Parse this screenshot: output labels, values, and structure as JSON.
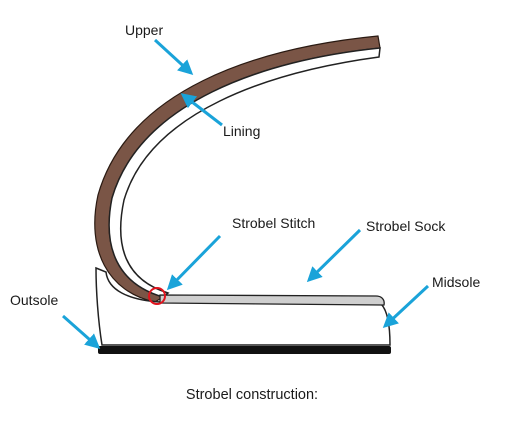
{
  "labels": {
    "upper": "Upper",
    "lining": "Lining",
    "strobel_stitch": "Strobel Stitch",
    "strobel_sock": "Strobel Sock",
    "midsole": "Midsole",
    "outsole": "Outsole"
  },
  "caption": "Strobel construction:",
  "colors": {
    "upper": "#7a5546",
    "arrow": "#1aa3d9",
    "stitch_marker": "#e0141e",
    "outline": "#222222",
    "sock_fill": "#cfcfcf",
    "outsole": "#111111"
  }
}
